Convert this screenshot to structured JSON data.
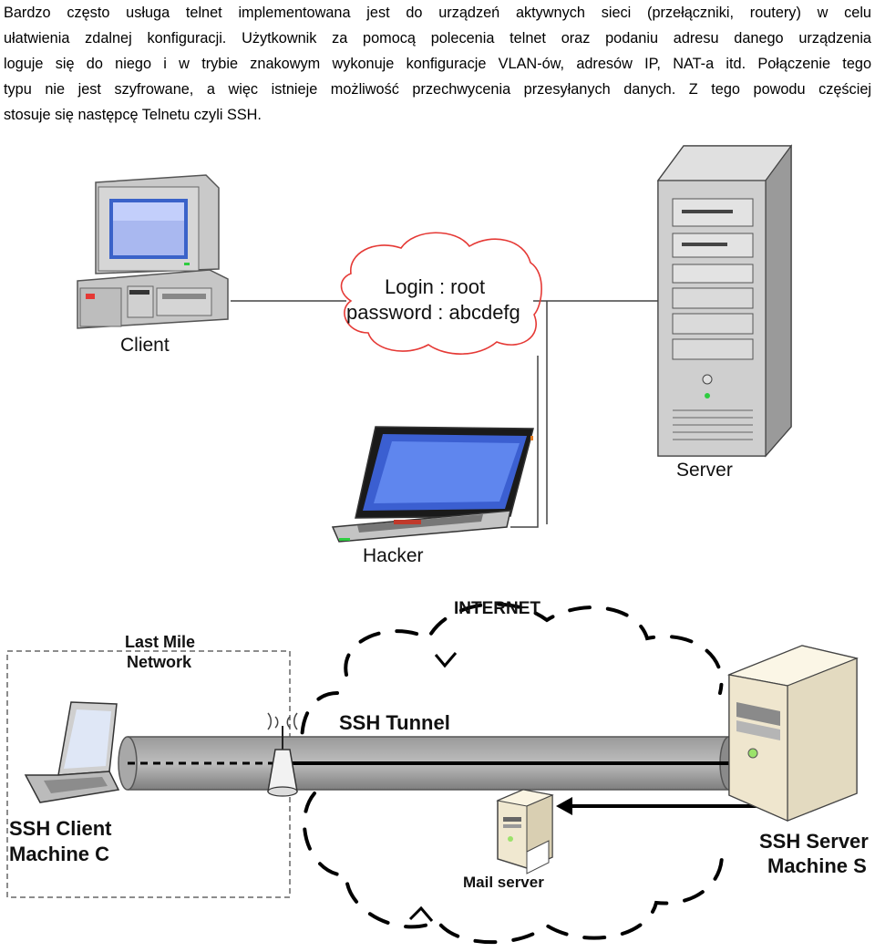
{
  "paragraph": {
    "lines": [
      "Bardzo często usługa telnet implementowana jest do urządzeń aktywnych sieci (przełączniki, routery) w celu",
      "ułatwienia zdalnej konfiguracji. Użytkownik za pomocą polecenia telnet oraz podaniu adresu danego urządzenia",
      "loguje się do niego i w trybie znakowym wykonuje konfiguracje VLAN-ów, adresów IP, NAT-a itd. Połączenie tego",
      "typu nie jest szyfrowane, a więc istnieje możliwość przechwycenia przesyłanych danych. Z tego powodu częściej",
      "stosuje się następcę Telnetu czyli SSH."
    ]
  },
  "diagram1": {
    "client_label": "Client",
    "server_label": "Server",
    "hacker_label": "Hacker",
    "login_line": "Login : root",
    "password_line": "password : abcdefg"
  },
  "diagram2": {
    "internet_label": "INTERNET",
    "last_mile_line1": "Last Mile",
    "last_mile_line2": "Network",
    "tunnel_label": "SSH Tunnel",
    "client_line1": "SSH Client",
    "client_line2": "Machine C",
    "server_line1": "SSH Server",
    "server_line2": "Machine S",
    "mail_label": "Mail server"
  }
}
